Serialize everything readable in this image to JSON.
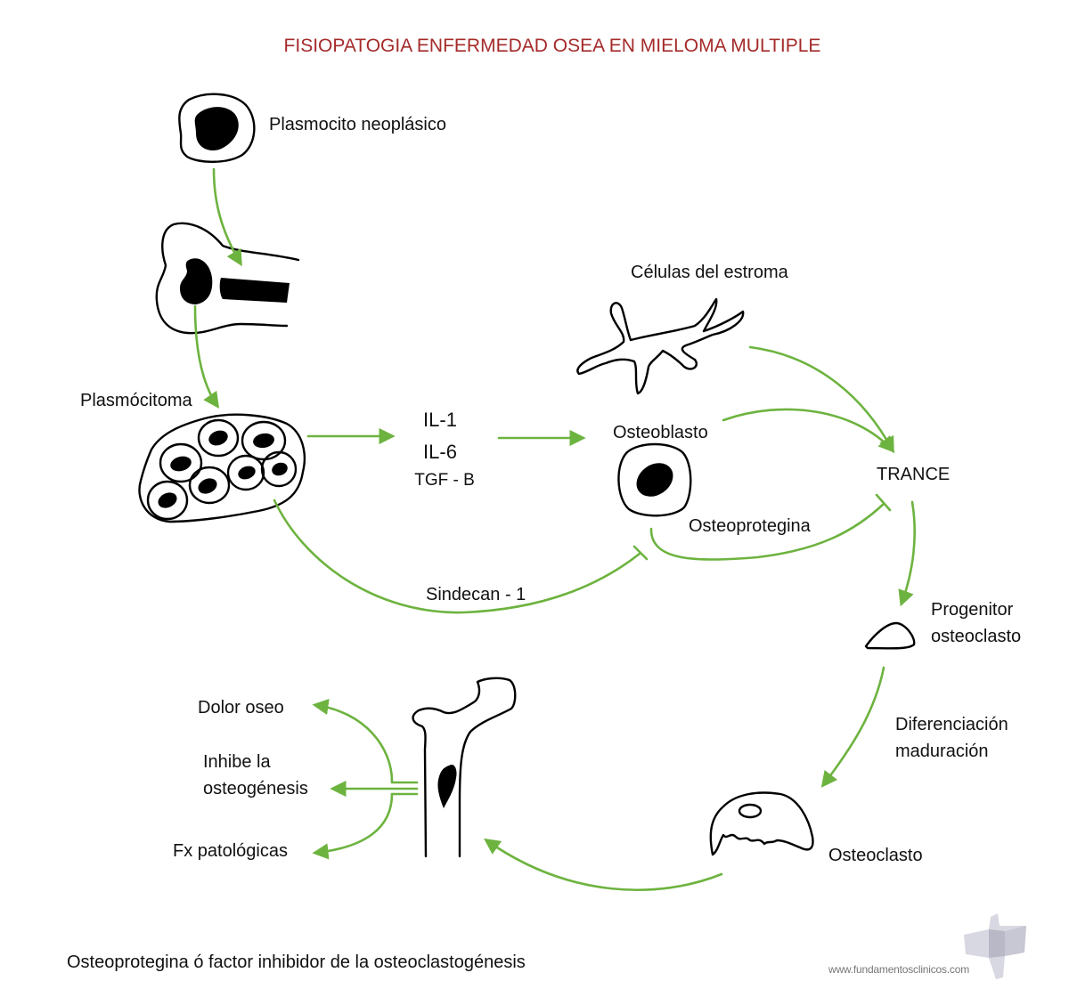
{
  "title": "FISIOPATOGIA ENFERMEDAD OSEA EN MIELOMA MULTIPLE",
  "colors": {
    "title": "#a52a2a",
    "arrow": "#6db33f",
    "outline": "#000000",
    "watermark": "#777777"
  },
  "nodes": {
    "plasmocito": "Plasmocito neoplásico",
    "plasmocitoma": "Plasmócitoma",
    "cytokines": [
      "IL-1",
      "IL-6",
      "TGF - B"
    ],
    "estroma": "Células del estroma",
    "osteoblasto": "Osteoblasto",
    "trance": "TRANCE",
    "osteoprotegina": "Osteoprotegina",
    "sindecan": "Sindecan - 1",
    "progenitor": [
      "Progenitor",
      "osteoclasto"
    ],
    "diferenciacion": [
      "Diferenciación",
      "maduración"
    ],
    "osteoclasto": "Osteoclasto"
  },
  "effects": {
    "dolor": "Dolor oseo",
    "inhibe": [
      "Inhibe la",
      "osteogénesis"
    ],
    "fx": "Fx patológicas"
  },
  "footnote": "Osteoprotegina ó factor inhibidor de la osteoclastogénesis",
  "watermark": {
    "url": "www.fundamentosclinicos.com",
    "logo_icon": "cross-3d-logo-icon"
  },
  "edges": [
    {
      "from": "Plasmocito neoplásico",
      "to": "hueso",
      "type": "activates"
    },
    {
      "from": "hueso",
      "to": "Plasmócitoma",
      "type": "activates"
    },
    {
      "from": "Plasmócitoma",
      "to": "IL-1 / IL-6 / TGF - B",
      "type": "activates"
    },
    {
      "from": "IL-1 / IL-6 / TGF - B",
      "to": "Osteoblasto",
      "type": "activates"
    },
    {
      "from": "Células del estroma",
      "to": "TRANCE",
      "type": "activates"
    },
    {
      "from": "Osteoblasto",
      "to": "TRANCE",
      "type": "activates"
    },
    {
      "from": "Osteoprotegina",
      "to": "TRANCE",
      "type": "inhibits"
    },
    {
      "from": "Plasmócitoma",
      "to": "Osteoprotegina",
      "type": "inhibits",
      "label": "Sindecan - 1"
    },
    {
      "from": "TRANCE",
      "to": "Progenitor osteoclasto",
      "type": "activates"
    },
    {
      "from": "Progenitor osteoclasto",
      "to": "Osteoclasto",
      "type": "activates",
      "label": "Diferenciación maduración"
    },
    {
      "from": "Osteoclasto",
      "to": "fémur",
      "type": "activates"
    },
    {
      "from": "fémur",
      "to": "Dolor oseo",
      "type": "activates"
    },
    {
      "from": "fémur",
      "to": "Inhibe la osteogénesis",
      "type": "activates"
    },
    {
      "from": "fémur",
      "to": "Fx patológicas",
      "type": "activates"
    }
  ]
}
